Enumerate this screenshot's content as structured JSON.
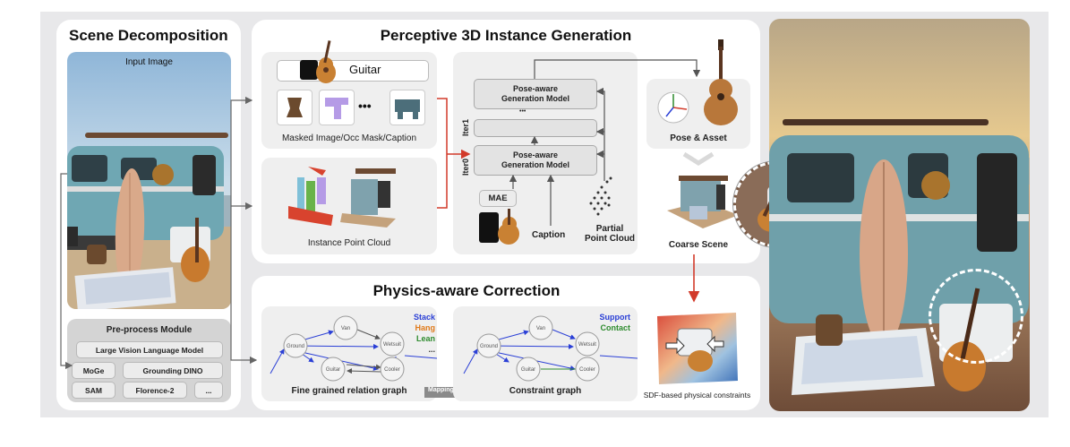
{
  "scene_decomposition": {
    "title": "Scene Decomposition",
    "input_image_label": "Input Image",
    "preprocess": {
      "title": "Pre-process Module",
      "modules": [
        "Large Vision Language Model",
        "MoGe",
        "Grounding DINO",
        "SAM",
        "Florence-2",
        "..."
      ]
    }
  },
  "instance_generation": {
    "title": "Perceptive 3D Instance Generation",
    "guitar_caption": "Guitar",
    "ellipsis": "•••",
    "masked_caption": "Masked Image/Occ Mask/Caption",
    "point_cloud_caption": "Instance Point Cloud",
    "model_line1": "Pose-aware",
    "model_line2": "Generation Model",
    "dots": "•••",
    "iter1": "Iter1",
    "iter0": "Iter0",
    "mae": "MAE",
    "caption_label": "Caption",
    "partial_line1": "Partial",
    "partial_line2": "Point Cloud",
    "pose_asset": "Pose & Asset",
    "coarse_scene": "Coarse Scene"
  },
  "physics_correction": {
    "title": "Physics-aware Correction",
    "relation_graph": {
      "caption": "Fine grained relation graph",
      "nodes": [
        "Ground",
        "Van",
        "Wetsuit",
        "Guitar",
        "Cooler"
      ],
      "legend": [
        {
          "label": "Stack",
          "color": "#2a3fd6"
        },
        {
          "label": "Hang",
          "color": "#e07a1a"
        },
        {
          "label": "Lean",
          "color": "#2e8b2e"
        },
        {
          "label": "...",
          "color": "#333333"
        }
      ]
    },
    "mapping_label": "Mapping",
    "constraint_graph": {
      "caption": "Constraint graph",
      "nodes": [
        "Ground",
        "Van",
        "Wetsuit",
        "Guitar",
        "Cooler"
      ],
      "legend": [
        {
          "label": "Support",
          "color": "#2a3fd6"
        },
        {
          "label": "Contact",
          "color": "#2e8b2e"
        }
      ]
    },
    "sdf_caption": "SDF-based physical constraints"
  },
  "colors": {
    "accent_red": "#d23a2a",
    "stack_blue": "#2a3fd6",
    "hang_orange": "#e07a1a",
    "lean_green": "#2e8b2e"
  }
}
